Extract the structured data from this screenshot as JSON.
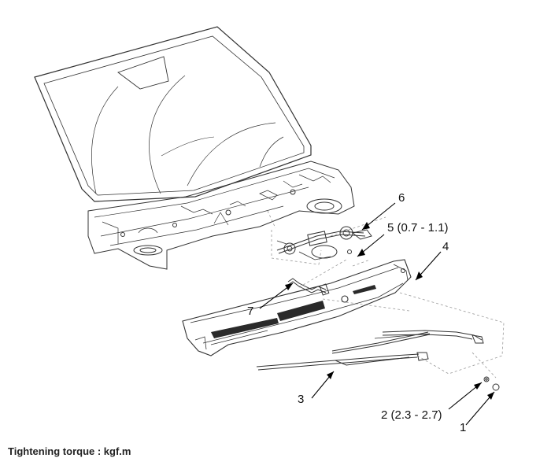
{
  "callouts": {
    "c1": "1",
    "c2": "2 (2.3 - 2.7)",
    "c3": "3",
    "c4": "4",
    "c5": "5 (0.7 - 1.1)",
    "c6": "6",
    "c7": "7"
  },
  "caption": "Tightening torque : kgf.m",
  "colors": {
    "line": "#333333",
    "leader": "#000000",
    "guide": "#9a9a9a",
    "shade": "#2a2a2a"
  }
}
